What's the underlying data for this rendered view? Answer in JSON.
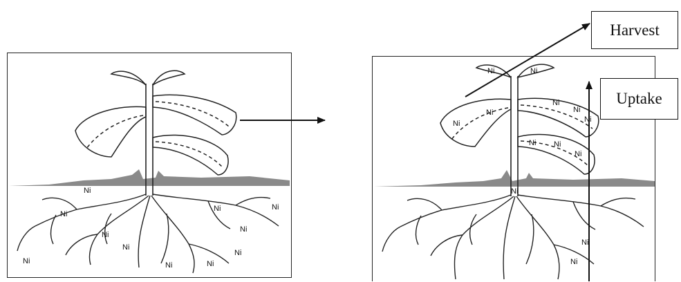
{
  "labels": {
    "harvest": "Harvest",
    "uptake": "Uptake",
    "nickel": "Ni"
  },
  "colors": {
    "outline": "#222222",
    "soil": "#8a8a8a",
    "background": "#ffffff"
  },
  "left_plant": {
    "root_ni_count": 11
  },
  "right_plant": {
    "shoot_ni_count": 11,
    "root_ni_count": 2
  }
}
